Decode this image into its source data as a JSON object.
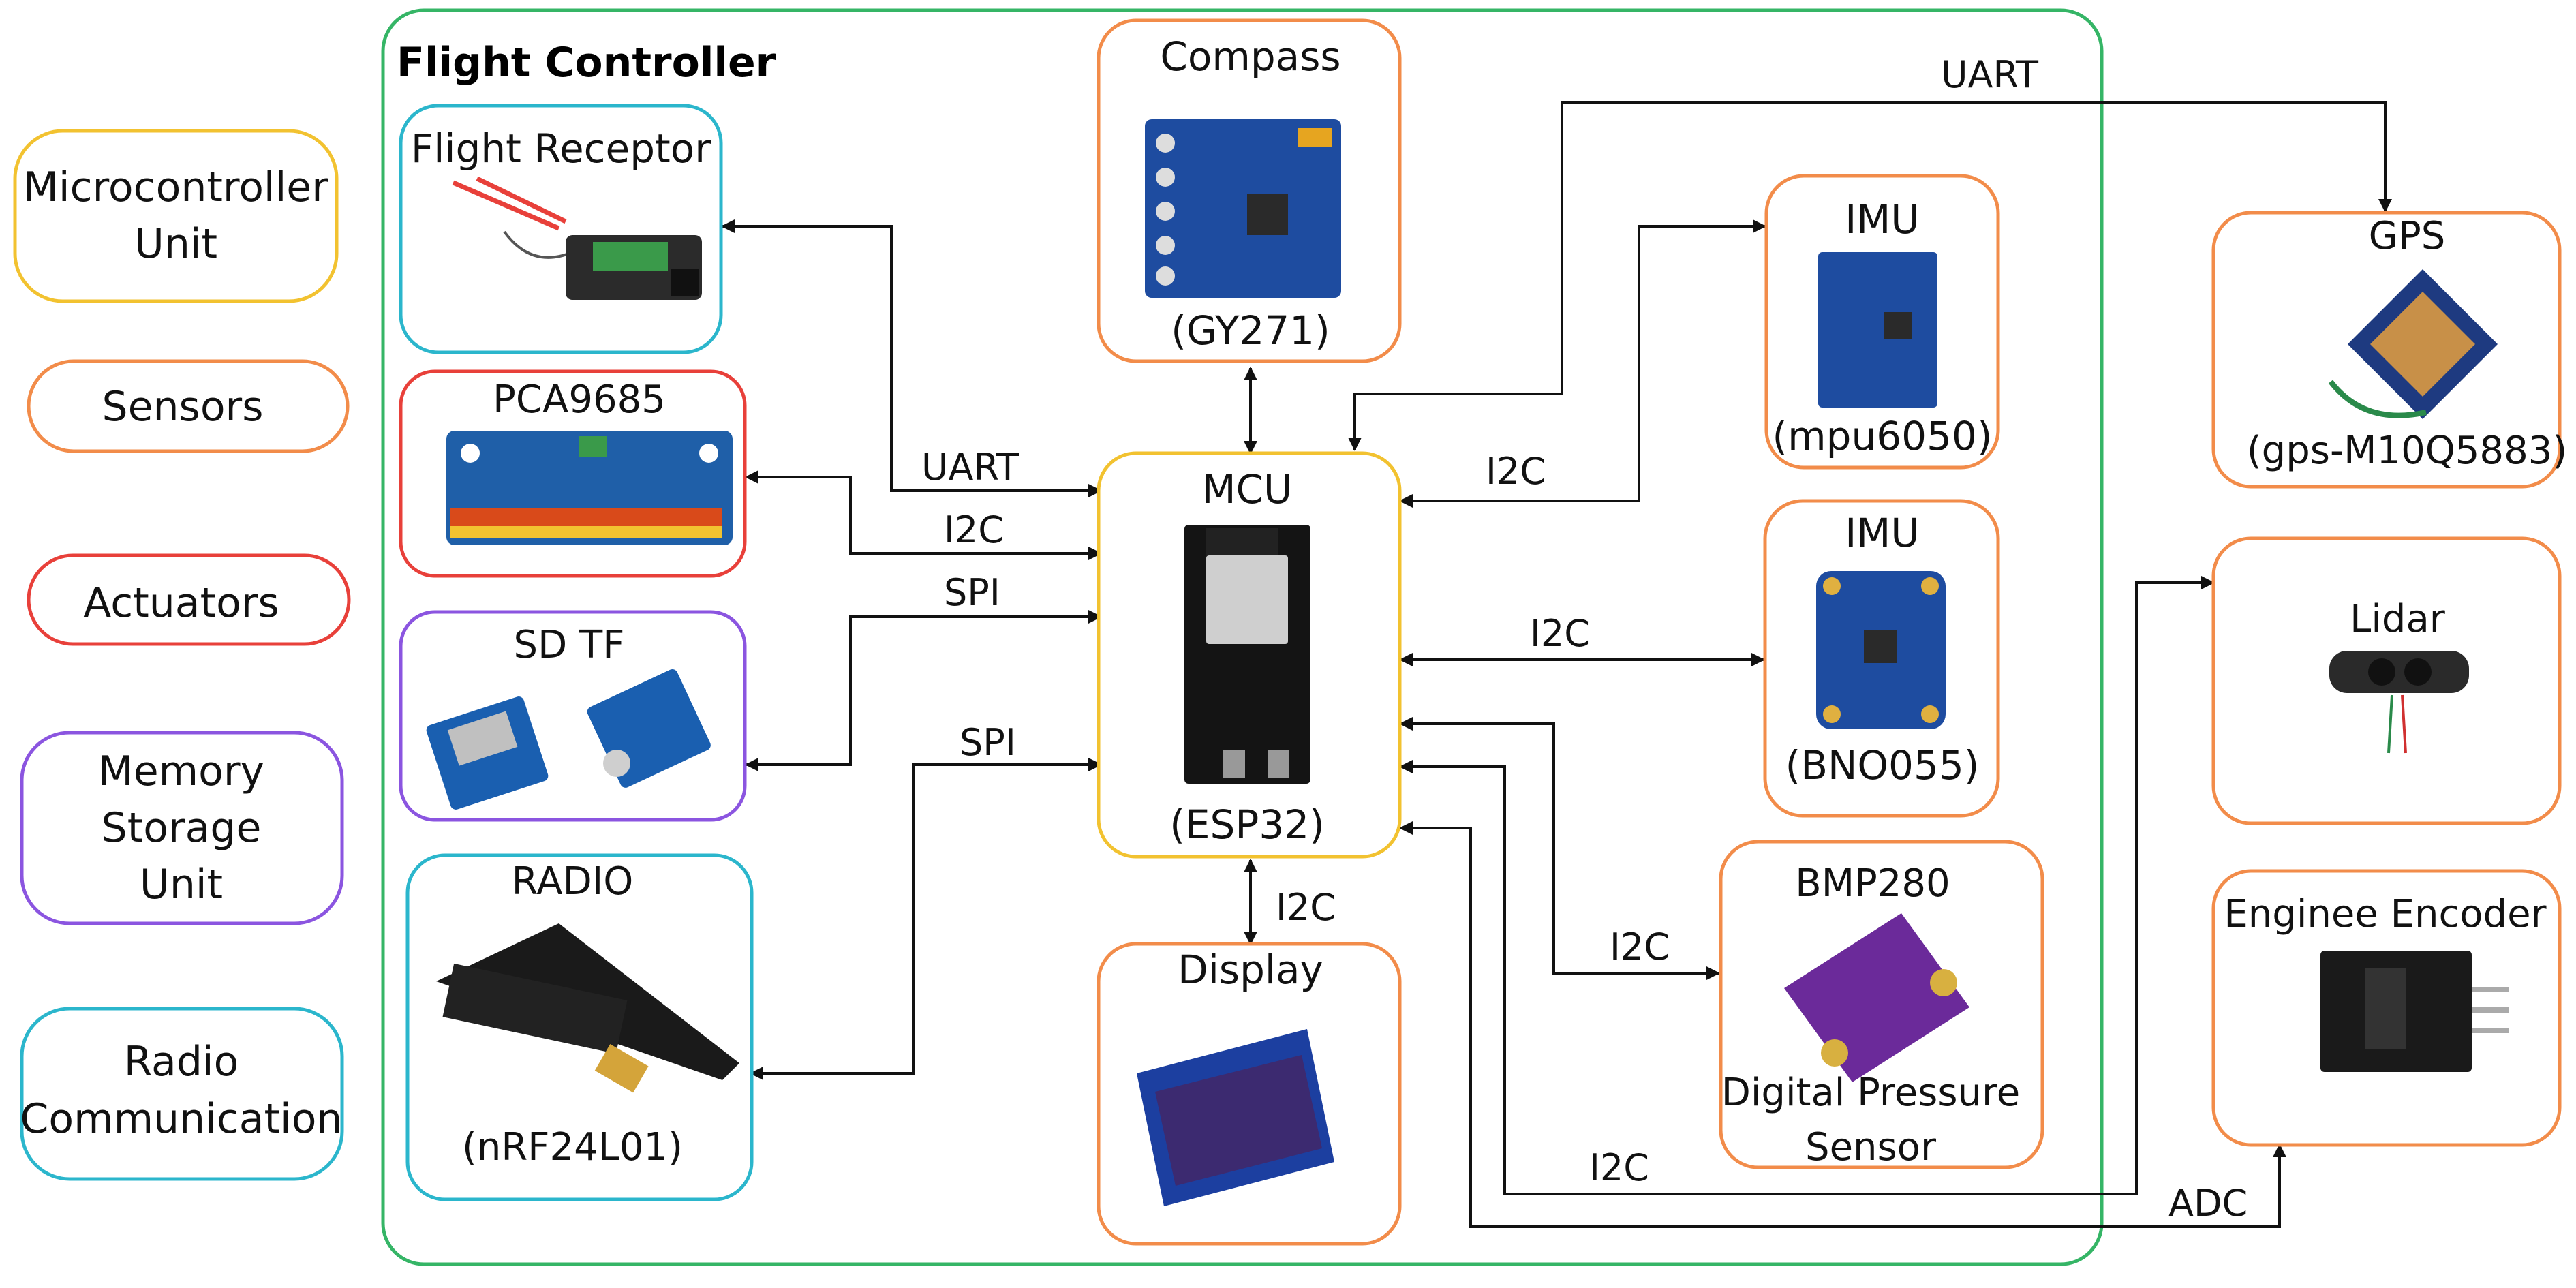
{
  "frame_title": "Flight Controller",
  "colors": {
    "mcu": "#F2C230",
    "sensor": "#F28C4A",
    "actuator": "#E8403A",
    "memory": "#8B55E0",
    "radio": "#2BB6CC",
    "frame": "#35B566",
    "wire": "#111111"
  },
  "legend": {
    "mcu": [
      "Microcontroller",
      "Unit"
    ],
    "sensors": [
      "Sensors"
    ],
    "actuators": [
      "Actuators"
    ],
    "memory": [
      "Memory",
      "Storage",
      "Unit"
    ],
    "radio": [
      "Radio",
      "Communication"
    ]
  },
  "blocks": {
    "flight_receptor": {
      "title": "Flight Receptor"
    },
    "pca9685": {
      "title": "PCA9685"
    },
    "sd_tf": {
      "title": "SD TF"
    },
    "radio": {
      "title": "RADIO",
      "subtitle": "(nRF24L01)"
    },
    "compass": {
      "title": "Compass",
      "subtitle": "(GY271)"
    },
    "mcu": {
      "title": "MCU",
      "subtitle": "(ESP32)"
    },
    "display": {
      "title": "Display"
    },
    "imu1": {
      "title": "IMU",
      "subtitle": "(mpu6050)"
    },
    "imu2": {
      "title": "IMU",
      "subtitle": "(BNO055)"
    },
    "bmp280": {
      "title": "BMP280",
      "subtitle1": "Digital Pressure",
      "subtitle2": "Sensor"
    },
    "gps": {
      "title": "GPS",
      "subtitle": "(gps-M10Q5883)"
    },
    "lidar": {
      "title": "Lidar"
    },
    "encoder": {
      "title": "Enginee Encoder"
    }
  },
  "connections": {
    "uart_receptor": "UART",
    "i2c_pca": "I2C",
    "spi_sd": "SPI",
    "spi_radio": "SPI",
    "i2c_display": "I2C",
    "i2c_imu1": "I2C",
    "i2c_imu2": "I2C",
    "i2c_bmp": "I2C",
    "i2c_lidar": "I2C",
    "uart_gps": "UART",
    "adc_encoder": "ADC"
  }
}
